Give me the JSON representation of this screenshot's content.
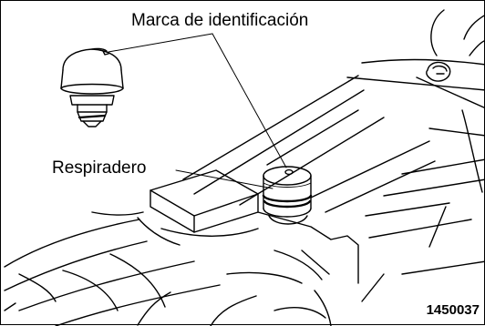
{
  "figure": {
    "callouts": {
      "identification_mark": "Marca de identificación",
      "breather": "Respiradero"
    },
    "figure_code": "1450037"
  }
}
